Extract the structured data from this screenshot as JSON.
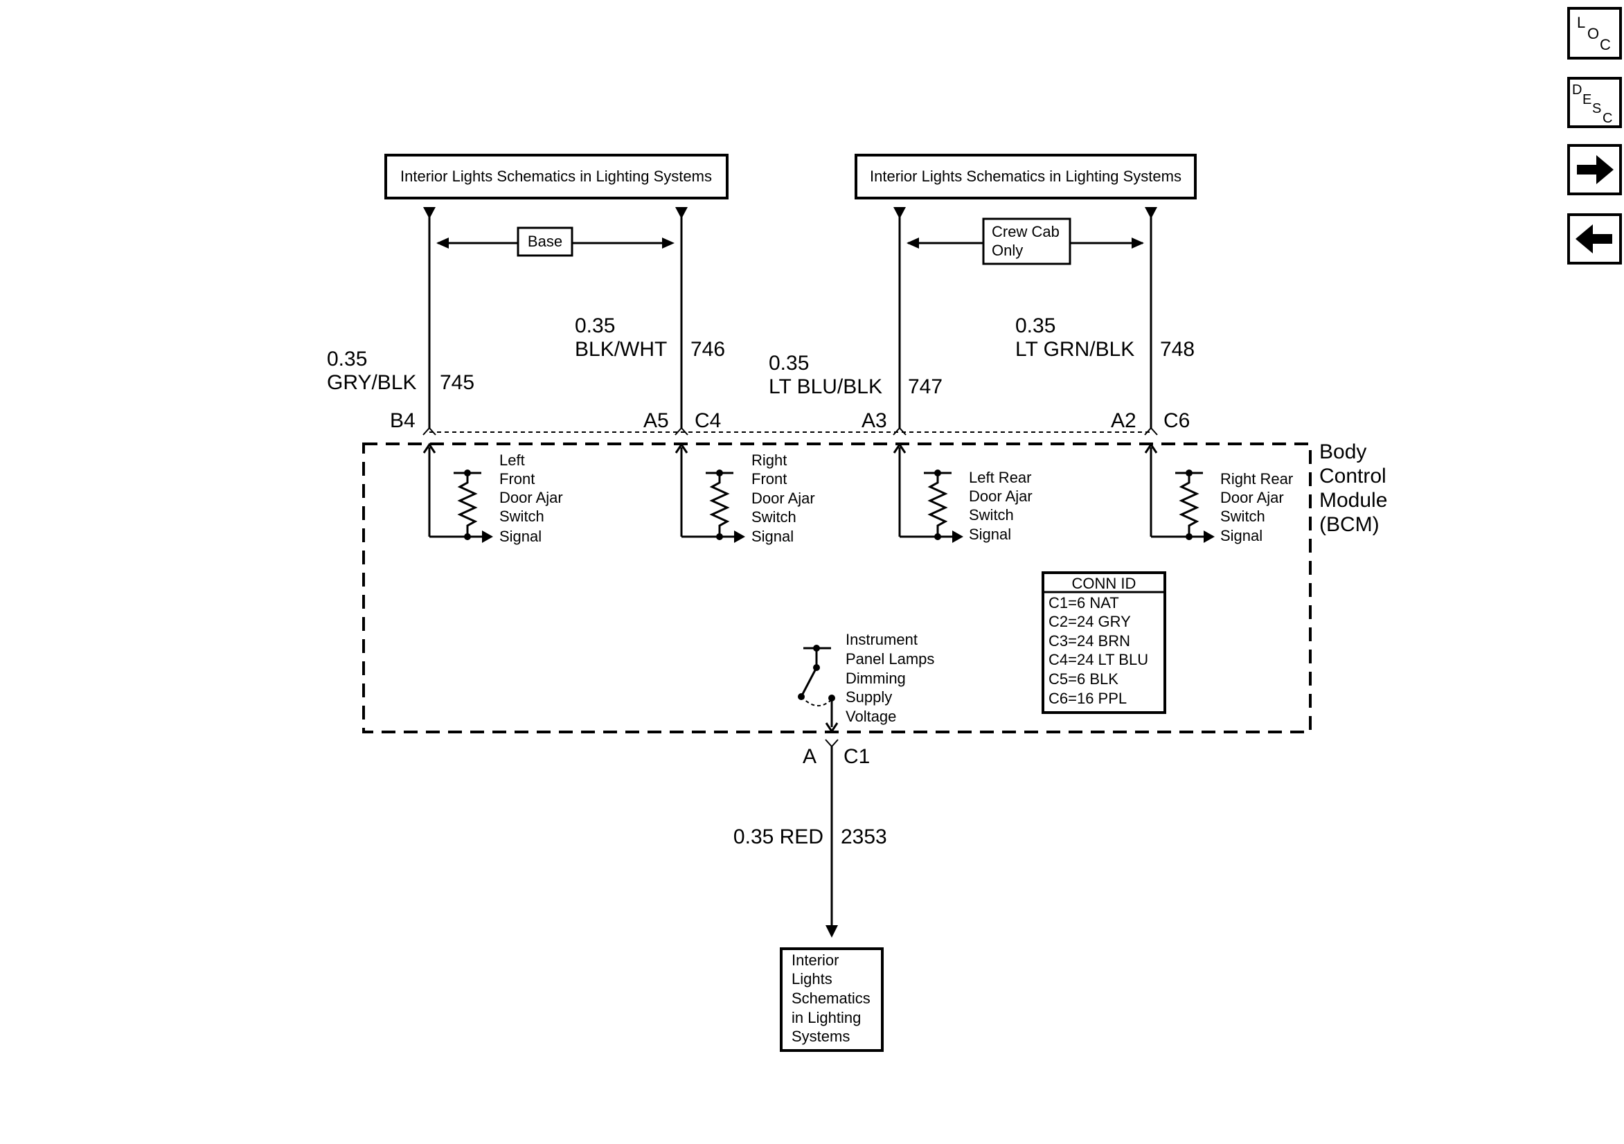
{
  "nav": {
    "loc": {
      "l1": "L",
      "l2": "O",
      "l3": "C"
    },
    "desc": {
      "l1": "D",
      "l2": "E",
      "l3": "S",
      "l4": "C"
    },
    "next_icon": "arrow-right-icon",
    "prev_icon": "arrow-left-icon"
  },
  "top_boxes": [
    {
      "text": "Interior Lights Schematics in Lighting Systems"
    },
    {
      "text": "Interior Lights Schematics in Lighting Systems"
    }
  ],
  "options": {
    "base": "Base",
    "crew_cab_1": "Crew Cab",
    "crew_cab_2": "Only"
  },
  "wires": [
    {
      "gauge": "0.35",
      "color": "GRY/BLK",
      "circuit": "745",
      "pin": "B4"
    },
    {
      "gauge": "0.35",
      "color": "BLK/WHT",
      "circuit": "746",
      "pin": "A5",
      "conn": "C4"
    },
    {
      "gauge": "0.35",
      "color": "LT BLU/BLK",
      "circuit": "747",
      "pin": "A3"
    },
    {
      "gauge": "0.35",
      "color": "LT GRN/BLK",
      "circuit": "748",
      "pin": "A2",
      "conn": "C6"
    }
  ],
  "bcm": {
    "l1": "Body",
    "l2": "Control",
    "l3": "Module",
    "l4": "(BCM)"
  },
  "switches": [
    {
      "lines": [
        "Left",
        "Front",
        "Door Ajar",
        "Switch",
        "Signal"
      ]
    },
    {
      "lines": [
        "Right",
        "Front",
        "Door Ajar",
        "Switch",
        "Signal"
      ]
    },
    {
      "lines": [
        "Left Rear",
        "Door Ajar",
        "Switch",
        "Signal"
      ]
    },
    {
      "lines": [
        "Right Rear",
        "Door Ajar",
        "Switch",
        "Signal"
      ]
    }
  ],
  "conn_id": {
    "title": "CONN ID",
    "rows": [
      "C1=6 NAT",
      "C2=24 GRY",
      "C3=24 BRN",
      "C4=24 LT BLU",
      "C5=6 BLK",
      "C6=16 PPL"
    ]
  },
  "dimming": {
    "lines": [
      "Instrument",
      "Panel Lamps",
      "Dimming",
      "Supply",
      "Voltage"
    ]
  },
  "bottom_wire": {
    "pin": "A",
    "conn": "C1",
    "label": "0.35 RED",
    "circuit": "2353"
  },
  "bottom_box": {
    "lines": [
      "Interior",
      "Lights",
      "Schematics",
      "in Lighting",
      "Systems"
    ]
  }
}
